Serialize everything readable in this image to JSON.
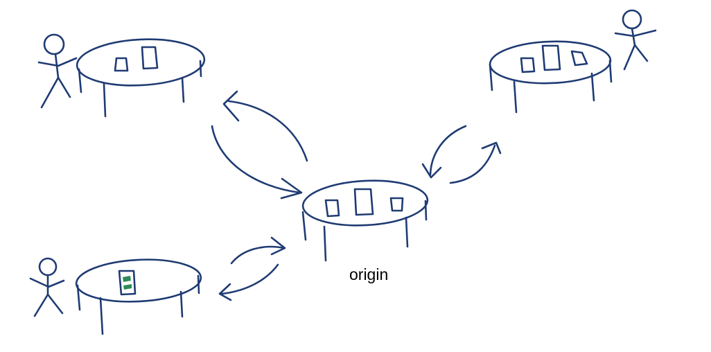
{
  "diagram": {
    "origin_label": "origin",
    "colors": {
      "ink": "#1f3b73",
      "item_fill": "#2e8b57",
      "label": "#000000",
      "background": "#ffffff"
    },
    "tables": [
      {
        "id": "top-left",
        "person": true,
        "items": [
          "cup",
          "glass"
        ]
      },
      {
        "id": "top-right",
        "person": true,
        "items": [
          "cup",
          "glass",
          "cup"
        ]
      },
      {
        "id": "origin",
        "person": false,
        "items": [
          "cup",
          "glass",
          "cup"
        ]
      },
      {
        "id": "bottom-left",
        "person": true,
        "items": [
          "green-glass"
        ]
      }
    ],
    "exchanges": [
      {
        "between": [
          "top-left",
          "origin"
        ]
      },
      {
        "between": [
          "top-right",
          "origin"
        ]
      },
      {
        "between": [
          "bottom-left",
          "origin"
        ]
      }
    ]
  }
}
